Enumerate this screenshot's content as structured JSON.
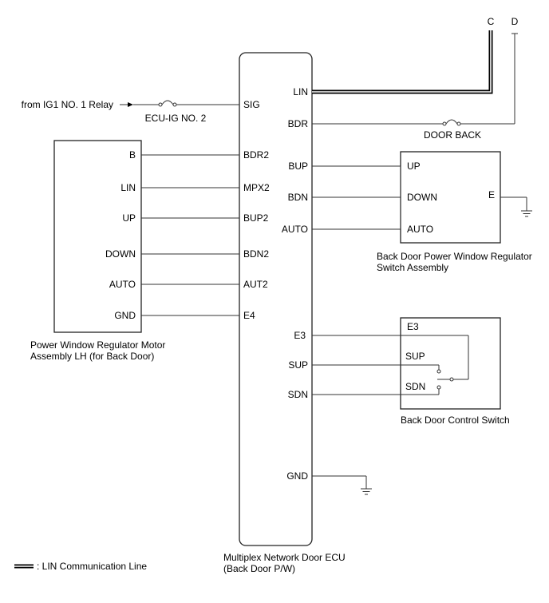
{
  "ecu": {
    "name_line1": "Multiplex Network Door ECU",
    "name_line2": "(Back Door P/W)",
    "left_pins": [
      "SIG",
      "BDR2",
      "MPX2",
      "BUP2",
      "BDN2",
      "AUT2",
      "E4"
    ],
    "right_pins": [
      "LIN",
      "BDR",
      "BUP",
      "BDN",
      "AUTO",
      "E3",
      "SUP",
      "SDN",
      "GND"
    ]
  },
  "motor": {
    "name_line1": "Power Window Regulator Motor",
    "name_line2": "Assembly LH (for Back Door)",
    "pins": [
      "B",
      "LIN",
      "UP",
      "DOWN",
      "AUTO",
      "GND"
    ]
  },
  "regulator_switch": {
    "name_line1": "Back Door Power Window Regulator",
    "name_line2": "Switch Assembly",
    "pins": [
      "UP",
      "DOWN",
      "AUTO",
      "E"
    ]
  },
  "control_switch": {
    "name": "Back Door Control Switch",
    "pins": [
      "E3",
      "SUP",
      "SDN"
    ]
  },
  "supply": {
    "source_label": "from IG1 NO. 1 Relay",
    "fuse_label": "ECU-IG NO. 2"
  },
  "door_back_fuse": {
    "label": "DOOR BACK"
  },
  "connectors": {
    "c": "C",
    "d": "D"
  },
  "legend": {
    "lin_line": ": LIN Communication Line"
  }
}
